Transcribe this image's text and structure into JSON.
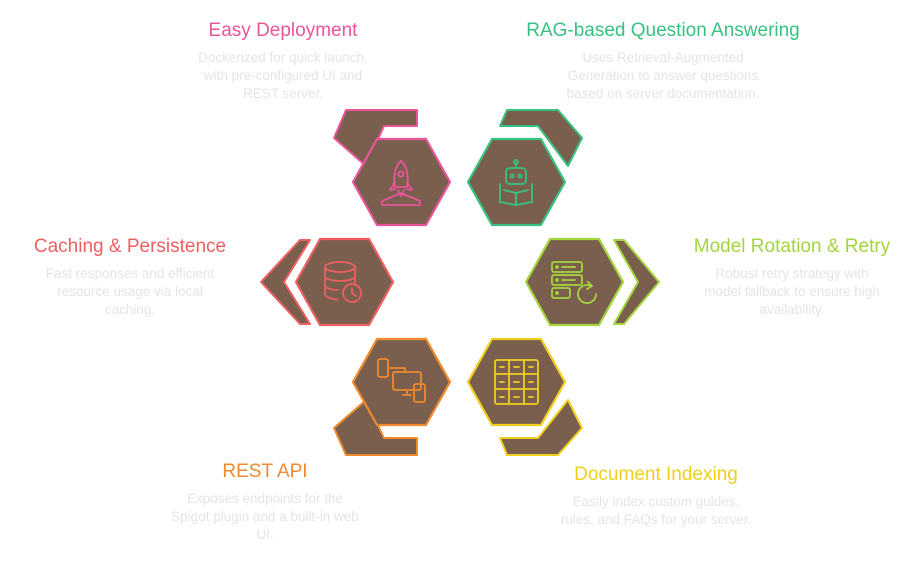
{
  "colors": {
    "hex_fill": "#7a5f4f",
    "desc_text": "#e4e4e4"
  },
  "features": [
    {
      "key": "deploy",
      "title": "Easy Deployment",
      "description": "Dockerized for quick launch,\nwith pre-configured UI and\nREST server.",
      "color": "#e9559a",
      "icon": "rocket-icon"
    },
    {
      "key": "rag",
      "title": "RAG-based Question Answering",
      "description": "Uses Retrieval-Augmented\nGeneration to answer questions\nbased on server documentation.",
      "color": "#37c281",
      "icon": "robot-book-icon"
    },
    {
      "key": "cache",
      "title": "Caching & Persistence",
      "description": "Fast responses and efficient\nresource usage via local\ncaching.",
      "color": "#ee5f61",
      "icon": "database-clock-icon"
    },
    {
      "key": "rotation",
      "title": "Model Rotation & Retry",
      "description": "Robust retry strategy with\nmodel fallback to ensure high\navailability.",
      "color": "#a3d53c",
      "icon": "server-refresh-icon"
    },
    {
      "key": "rest",
      "title": "REST API",
      "description": "Exposes endpoints for the\nSpigot plugin and a built-in web\nUI.",
      "color": "#f08a2c",
      "icon": "devices-icon"
    },
    {
      "key": "index",
      "title": "Document Indexing",
      "description": "Easily index custom guides,\nrules, and FAQs for your server.",
      "color": "#f0cf1c",
      "icon": "filing-cabinet-icon"
    }
  ]
}
